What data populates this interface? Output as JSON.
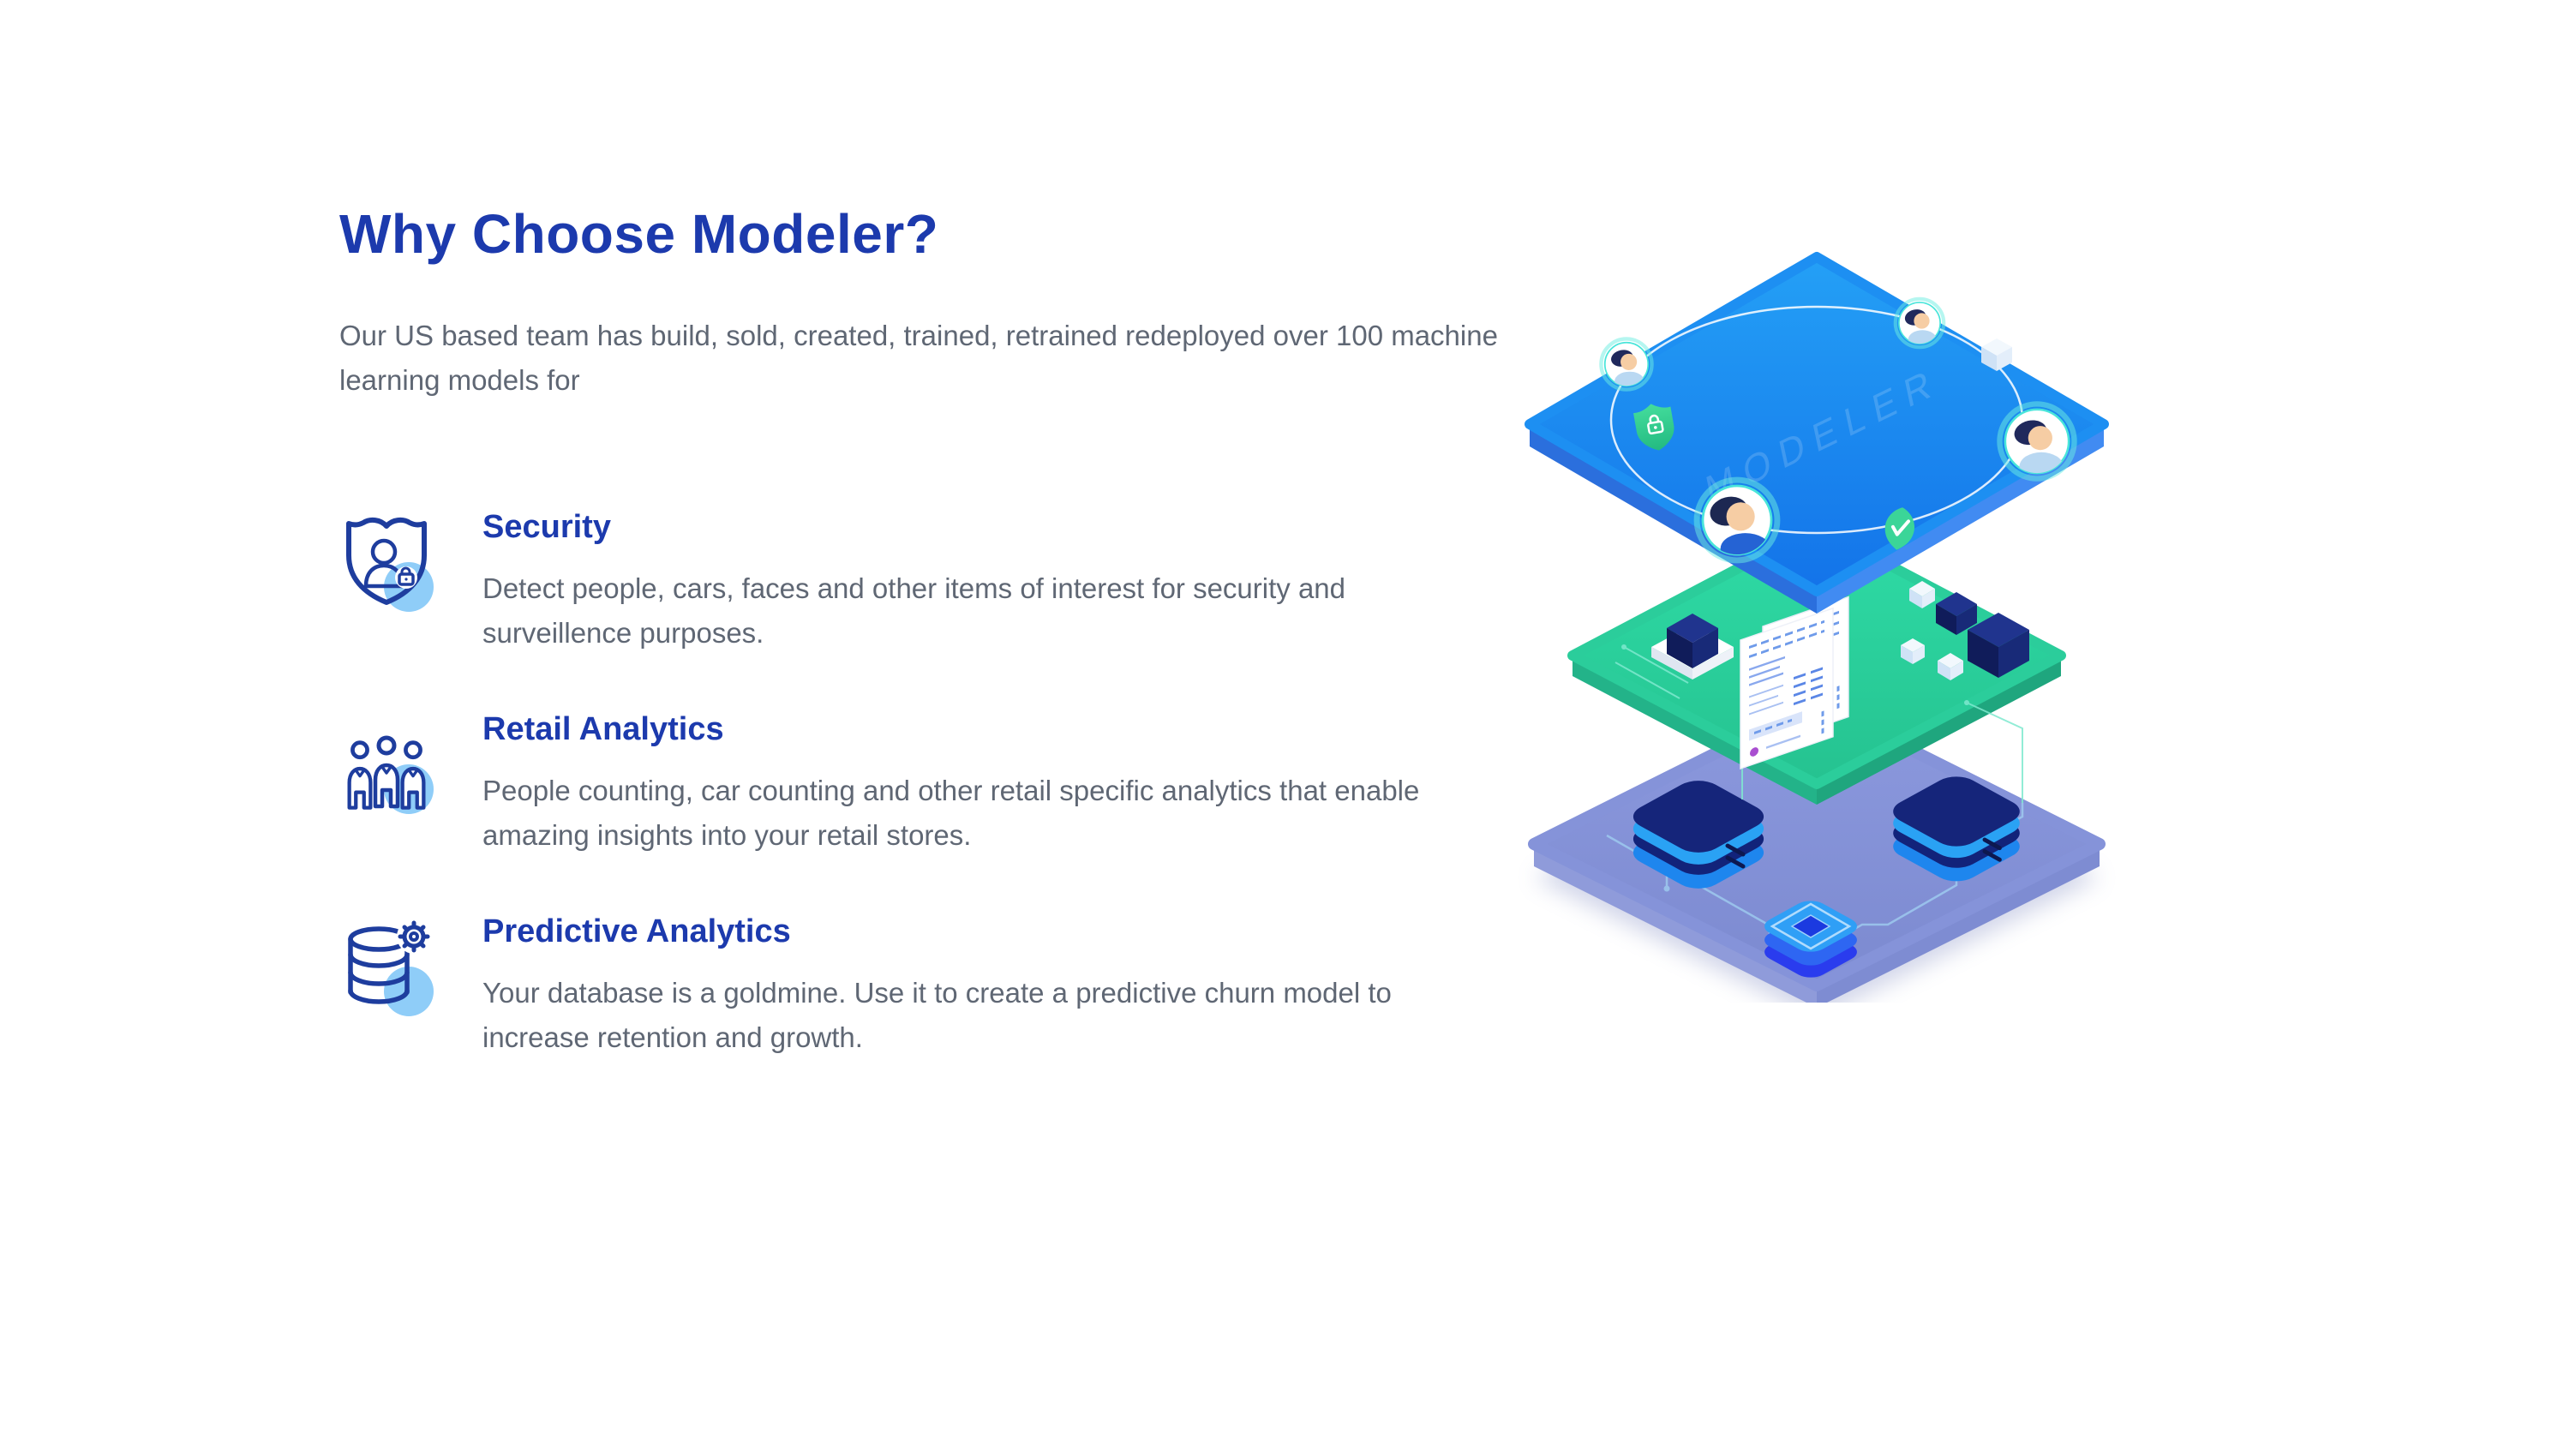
{
  "hero": {
    "title": "Why Choose Modeler?",
    "intro": "Our US based team has build, sold, created, trained, retrained redeployed over 100 machine\nlearning models for"
  },
  "features": [
    {
      "heading": "Security",
      "description": "Detect people, cars, faces and other items of interest for security and\nsurveillence purposes.",
      "icon": "shield-user-icon"
    },
    {
      "heading": "Retail Analytics",
      "description": "People counting, car counting and other retail specific analytics that enable\namazing insights into your retail stores.",
      "icon": "people-group-icon"
    },
    {
      "heading": "Predictive Analytics",
      "description": "Your database is a goldmine. Use it to create a predictive churn model to\nincrease retention and growth.",
      "icon": "database-gear-icon"
    }
  ],
  "illustration": {
    "watermark": "MODELER",
    "layers": [
      {
        "name": "ai-network-layer",
        "color": "#1989f2",
        "items": [
          "connection-ring",
          "user-avatars",
          "security-shield-badge",
          "verified-check-badge",
          "data-cube"
        ]
      },
      {
        "name": "data-processing-layer",
        "color": "#2bce9b",
        "items": [
          "pedestal-cube",
          "data-cubes",
          "documents",
          "circuit-traces"
        ]
      },
      {
        "name": "infrastructure-layer",
        "color": "#8591d8",
        "items": [
          "server-stack-left",
          "server-stack-right",
          "cpu-chip",
          "circuit-traces"
        ]
      }
    ]
  },
  "colors": {
    "heading_blue": "#1c3aad",
    "body_text": "#5f6774",
    "icon_stroke": "#1e3d9e",
    "icon_accent_circle": "#8fcdf8",
    "layer_blue": "#1989f2",
    "layer_green": "#2bce9b",
    "layer_purple": "#8591d8"
  }
}
